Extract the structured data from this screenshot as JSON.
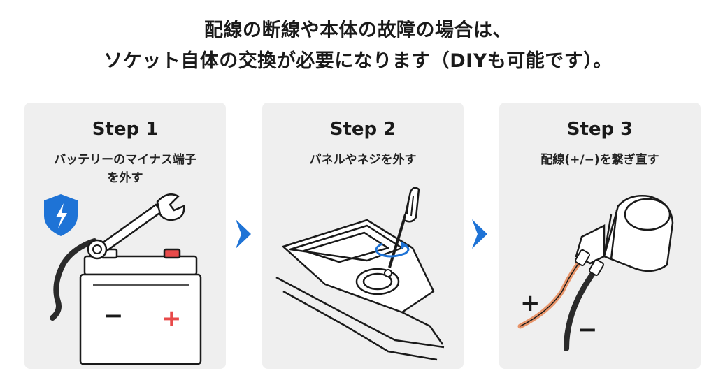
{
  "heading": {
    "line1": "配線の断線や本体の故障の場合は、",
    "line2": "ソケット自体の交換が必要になります（DIYも可能です）。"
  },
  "steps": [
    {
      "title": "Step 1",
      "desc_line1": "バッテリーのマイナス端子",
      "desc_line2": "を外す",
      "icon": "battery-wrench-illustration"
    },
    {
      "title": "Step 2",
      "desc_line1": "パネルやネジを外す",
      "desc_line2": "",
      "icon": "screwdriver-console-illustration"
    },
    {
      "title": "Step 3",
      "desc_line1": "配線(+/−)を繋ぎ直す",
      "desc_line2": "",
      "icon": "socket-wiring-illustration"
    }
  ],
  "labels": {
    "battery_minus": "−",
    "battery_plus": "+",
    "wire_plus": "+",
    "wire_minus": "−"
  },
  "colors": {
    "accent_blue": "#1e73d6",
    "plus_red": "#e84a4a",
    "wire_orange": "#e8956a",
    "panel_bg": "#efefef"
  }
}
